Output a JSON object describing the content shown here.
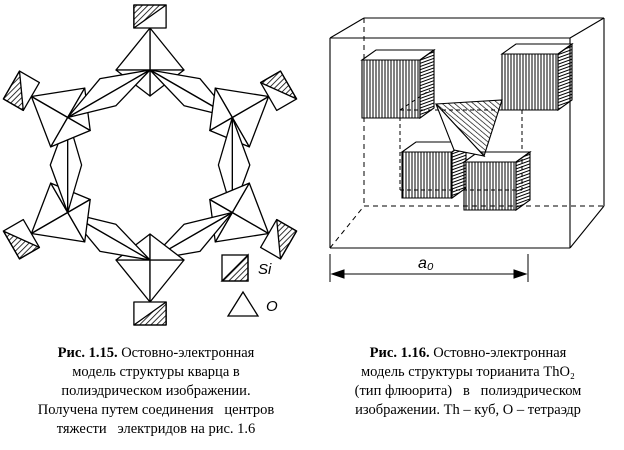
{
  "figure_left": {
    "legend": {
      "si_label": "Si",
      "o_label": "O"
    },
    "caption": {
      "number": "Рис. 1.15.",
      "lines": [
        "Остовно-электронная",
        "модель структуры кварца в",
        "полиэдрическом изображении.",
        "Получена путем соединения   центров",
        "тяжести   электридов на рис. 1.6"
      ]
    }
  },
  "figure_right": {
    "dimension_label": "a₀",
    "caption": {
      "number": "Рис. 1.16.",
      "lines": [
        "Остовно-электронная",
        "модель структуры торианита ThO₂",
        "(тип флюорита)   в   полиэдрическом",
        "изображении. Th – куб, O – тетраэдр"
      ]
    }
  }
}
